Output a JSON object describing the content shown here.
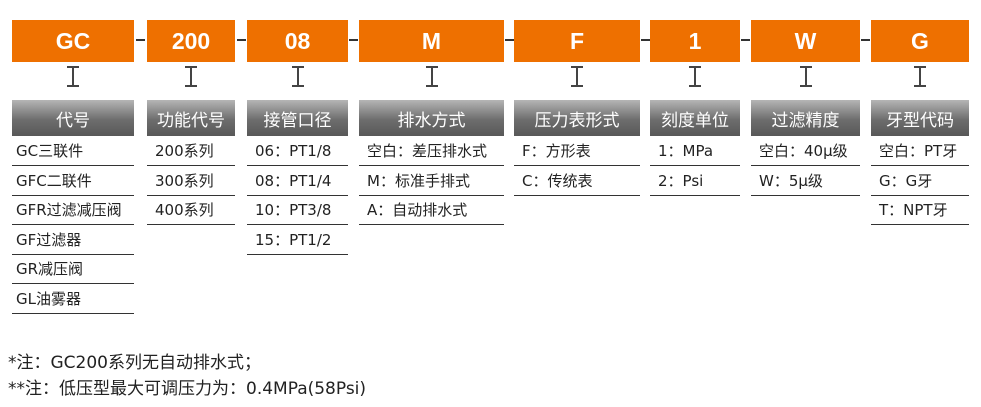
{
  "codes": [
    "GC",
    "200",
    "08",
    "M",
    "F",
    "1",
    "W",
    "G"
  ],
  "columns": [
    {
      "header": "代号",
      "rows": [
        "GC三联件",
        "GFC二联件",
        "GFR过滤减压阀",
        "GF过滤器",
        "GR减压阀",
        "GL油雾器"
      ]
    },
    {
      "header": "功能代号",
      "rows": [
        "200系列",
        "300系列",
        "400系列"
      ]
    },
    {
      "header": "接管口径",
      "rows": [
        "06：PT1/8",
        "08：PT1/4",
        "10：PT3/8",
        "15：PT1/2"
      ]
    },
    {
      "header": "排水方式",
      "rows": [
        "空白：差压排水式",
        "M：标准手排式",
        "A：自动排水式"
      ]
    },
    {
      "header": "压力表形式",
      "rows": [
        "F：方形表",
        "C：传统表"
      ]
    },
    {
      "header": "刻度单位",
      "rows": [
        "1：MPa",
        "2：Psi"
      ]
    },
    {
      "header": "过滤精度",
      "rows": [
        "空白：40μ级",
        "W：5μ级"
      ]
    },
    {
      "header": "牙型代码",
      "rows": [
        "空白：PT牙",
        "G：G牙",
        "T：NPT牙"
      ]
    }
  ],
  "notes": [
    "*注：GC200系列无自动排水式；",
    "**注：低压型最大可调压力为：0.4MPa(58Psi)"
  ],
  "colors": {
    "accent": "#ee7000",
    "header_gray": "#6d6d6d"
  }
}
